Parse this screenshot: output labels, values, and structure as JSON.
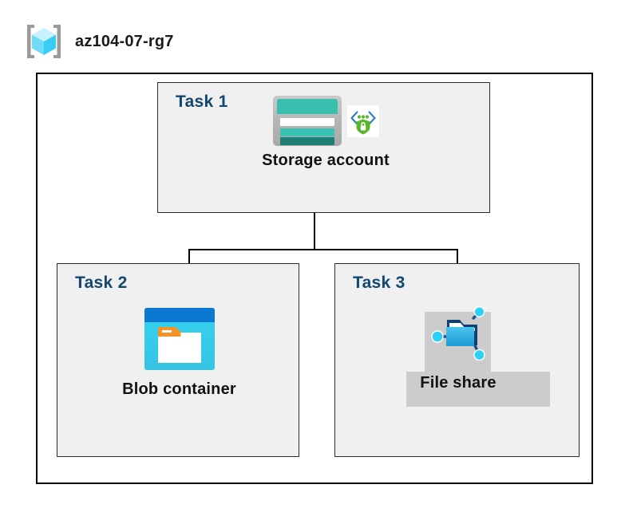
{
  "resource_group": {
    "name": "az104-07-rg7",
    "icon": "resource-group-cube-icon"
  },
  "diagram": {
    "type": "azure-architecture-hierarchy",
    "panels": [
      {
        "id": "task1",
        "label": "Task 1",
        "node": {
          "caption": "Storage account",
          "icon": "storage-account-icon",
          "badge_icon": "secure-transfer-shield-icon",
          "selected": false
        }
      },
      {
        "id": "task2",
        "label": "Task 2",
        "node": {
          "caption": "Blob container",
          "icon": "blob-container-icon",
          "selected": false
        }
      },
      {
        "id": "task3",
        "label": "Task 3",
        "node": {
          "caption": "File share",
          "icon": "file-share-icon",
          "selected": true
        }
      }
    ],
    "connections": [
      {
        "from": "task1",
        "to": "task2"
      },
      {
        "from": "task1",
        "to": "task3"
      }
    ]
  },
  "colors": {
    "task_label": "#13476e",
    "panel_fill": "#f0f0f0",
    "panel_border": "#2b2b2b",
    "container_border": "#000000",
    "caption_text": "#111111",
    "selection_highlight": "#cccccc",
    "storage_teal": "#39c3b4",
    "storage_teal_dark": "#1f7f75",
    "blob_blue": "#0b78d1",
    "blob_cyan": "#35d2f2",
    "blob_orange": "#f59425",
    "fileshare_blue": "#32b5e5",
    "fileshare_node": "#2ed0f5",
    "shield_green": "#5ab52b",
    "cube_cyan": "#8fe4fb",
    "bracket_gray": "#9a9a9a"
  }
}
